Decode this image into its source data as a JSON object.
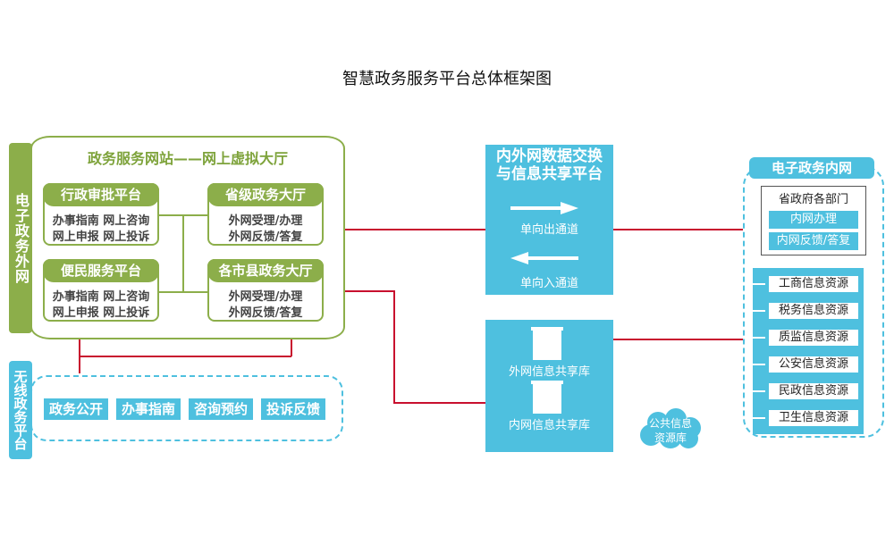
{
  "title": "智慧政务服务平台总体框架图",
  "external_network": {
    "label": "电子政务外网",
    "website_title": "政务服务网站——网上虚拟大厅",
    "boxes": [
      {
        "title": "行政审批平台",
        "line1": "办事指南 网上咨询",
        "line2": "网上申报 网上投诉"
      },
      {
        "title": "便民服务平台",
        "line1": "办事指南 网上咨询",
        "line2": "网上申报 网上投诉"
      },
      {
        "title": "省级政务大厅",
        "line1": "外网受理/办理",
        "line2": "外网反馈/答复"
      },
      {
        "title": "各市县政务大厅",
        "line1": "外网受理/办理",
        "line2": "外网反馈/答复"
      }
    ]
  },
  "wireless": {
    "label": "无线政务平台",
    "items": [
      "政务公开",
      "办事指南",
      "咨询预约",
      "投诉反馈"
    ]
  },
  "exchange": {
    "title_line1": "内外网数据交换",
    "title_line2": "与信息共享平台",
    "out_channel": "单向出通道",
    "in_channel": "单向入通道"
  },
  "shared_db": {
    "outer": "外网信息共享库",
    "inner": "内网信息共享库"
  },
  "public_resource": {
    "line1": "公共信息",
    "line2": "资源库"
  },
  "internal_network": {
    "label": "电子政务内网",
    "dept_title": "省政府各部门",
    "dept_items": [
      "内网办理",
      "内网反馈/答复"
    ],
    "resources": [
      "工商信息资源",
      "税务信息资源",
      "质监信息资源",
      "公安信息资源",
      "民政信息资源",
      "卫生信息资源"
    ]
  },
  "colors": {
    "green": "#8cae4a",
    "blue": "#4ec0df",
    "red": "#c8102e"
  }
}
